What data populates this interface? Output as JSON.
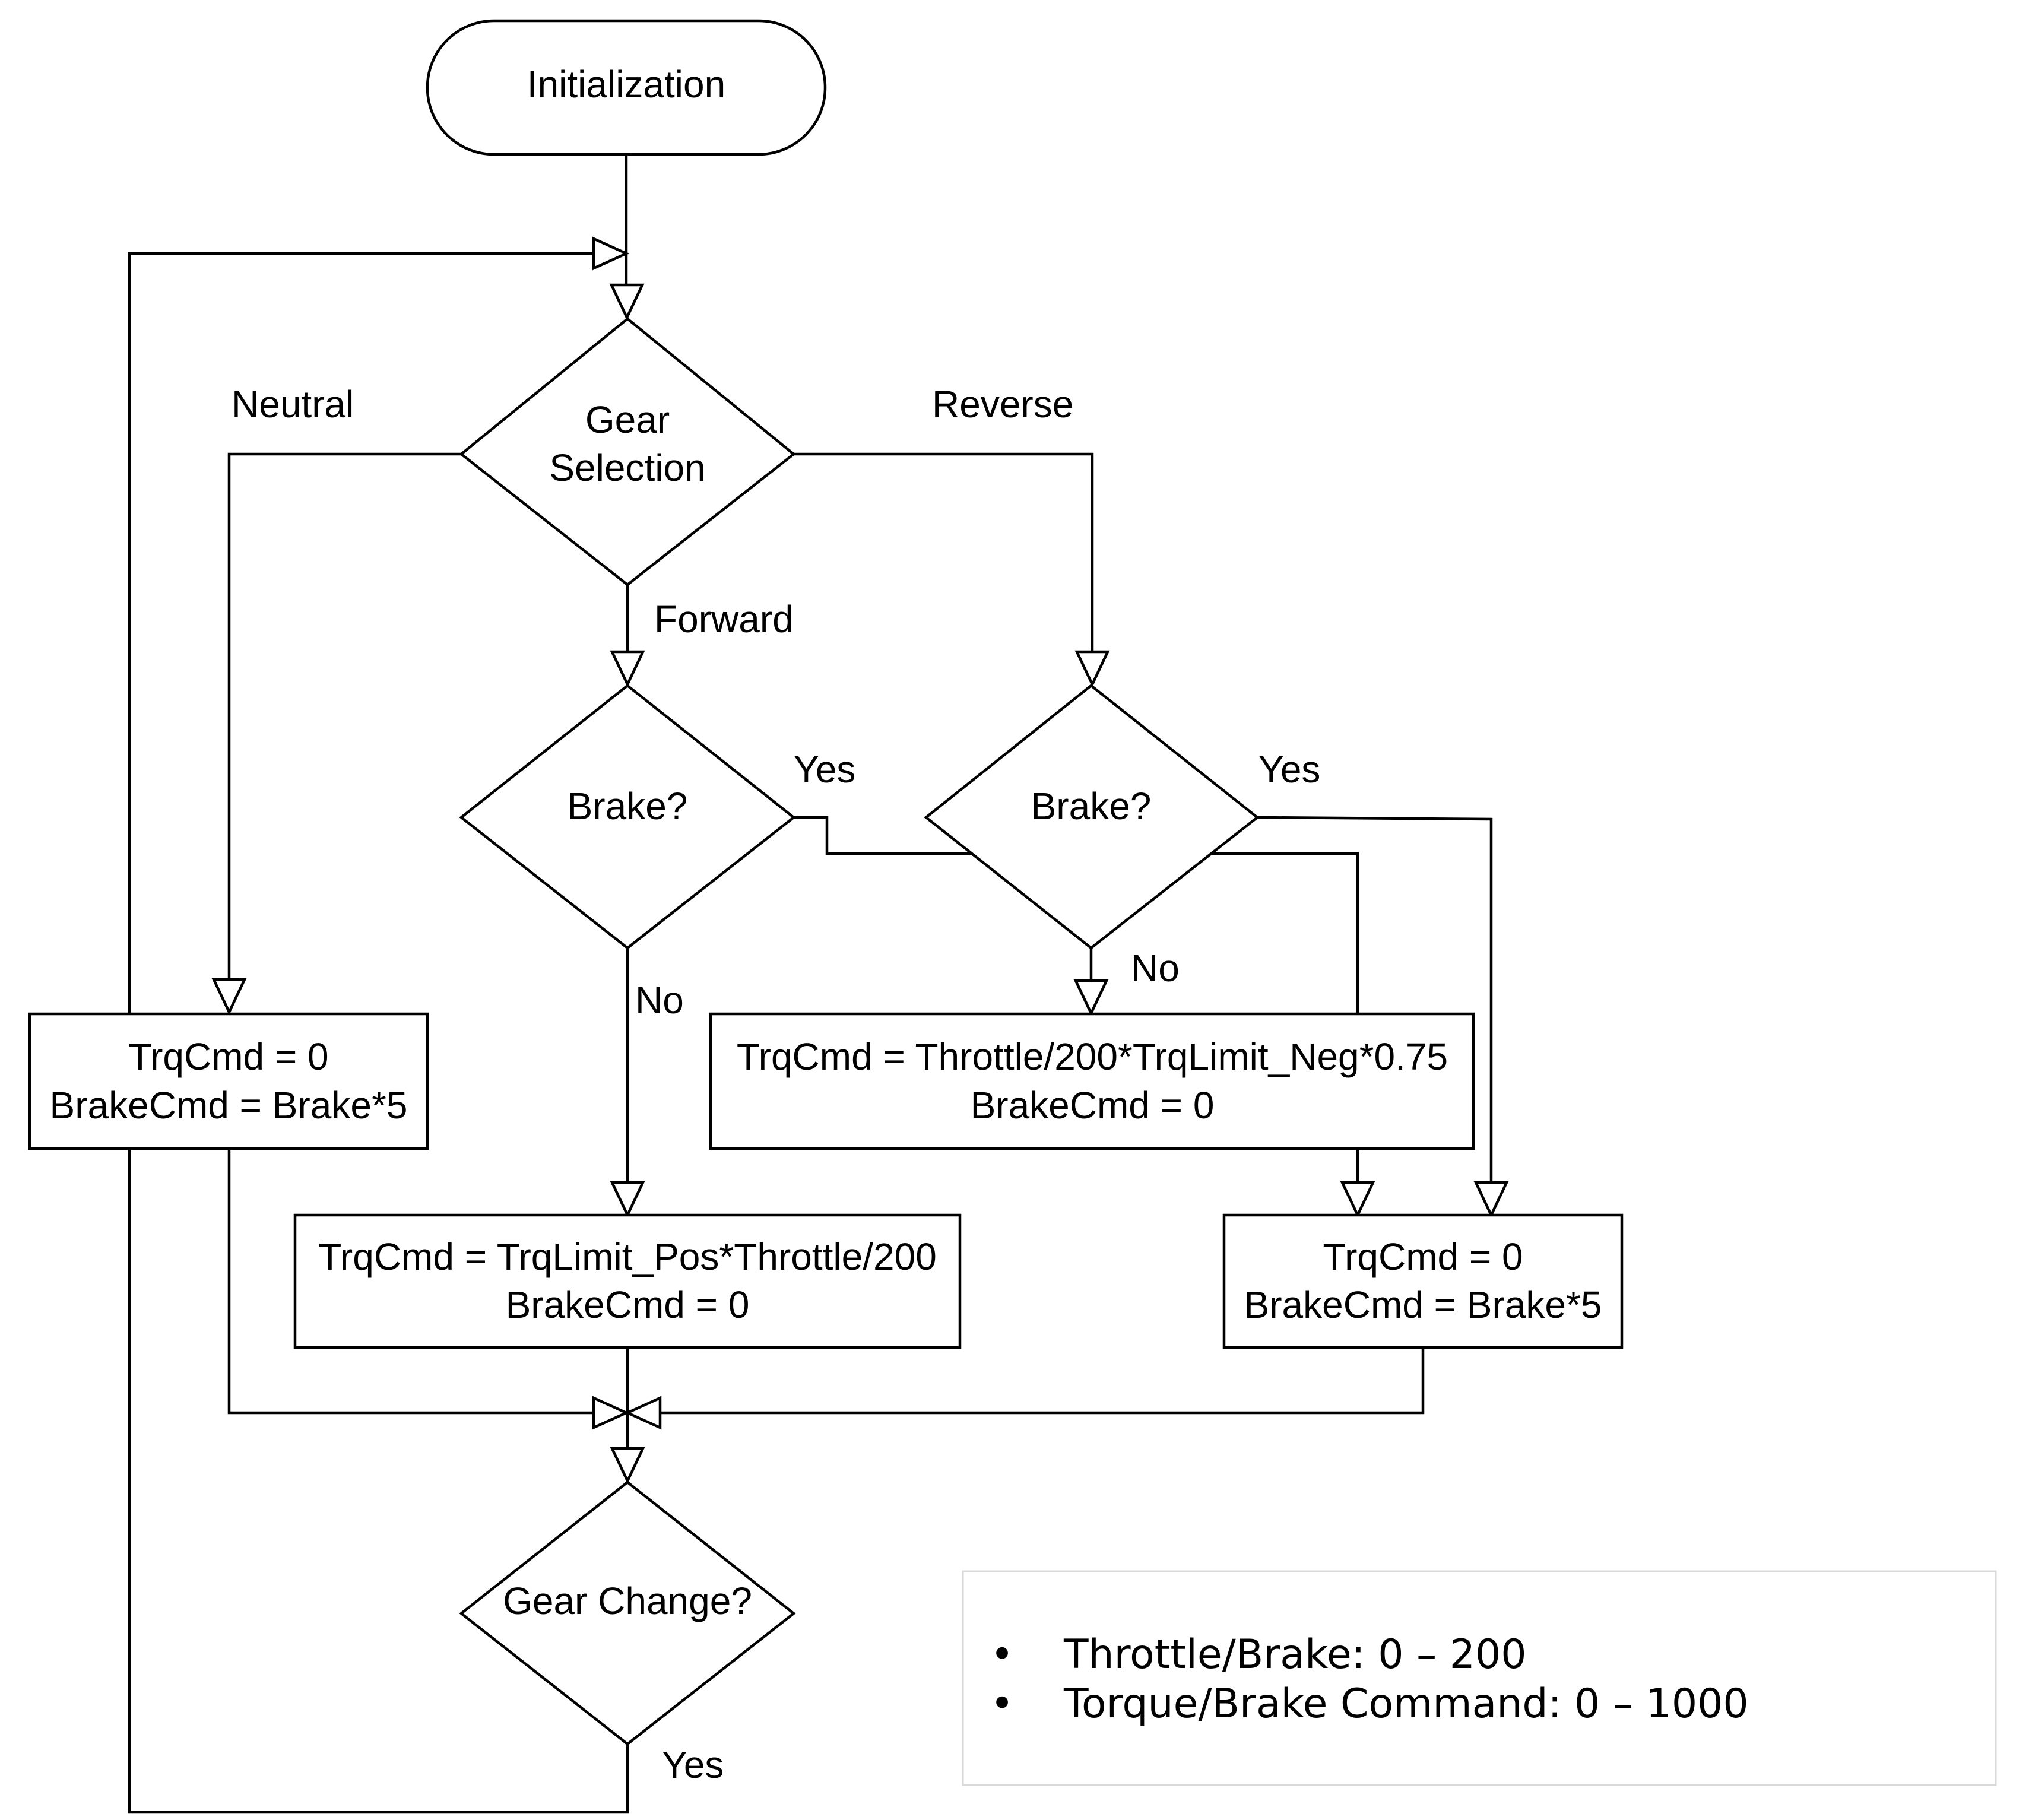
{
  "nodes": {
    "init": {
      "label": "Initialization"
    },
    "gear_selection": {
      "lines": [
        "Gear",
        "Selection"
      ]
    },
    "brake_forward": {
      "label": "Brake?"
    },
    "brake_reverse": {
      "label": "Brake?"
    },
    "neutral_box": {
      "lines": [
        "TrqCmd = 0",
        "BrakeCmd = Brake*5"
      ]
    },
    "reverse_box": {
      "lines": [
        "TrqCmd = Throttle/200*TrqLimit_Neg*0.75",
        "BrakeCmd = 0"
      ]
    },
    "forward_box": {
      "lines": [
        "TrqCmd = TrqLimit_Pos*Throttle/200",
        "BrakeCmd = 0"
      ]
    },
    "brake_box": {
      "lines": [
        "TrqCmd = 0",
        "BrakeCmd = Brake*5"
      ]
    },
    "gear_change": {
      "label": "Gear Change?"
    }
  },
  "edge_labels": {
    "neutral": "Neutral",
    "reverse": "Reverse",
    "forward": "Forward",
    "yes_forward_brake": "Yes",
    "yes_reverse_brake": "Yes",
    "no_forward_brake": "No",
    "no_reverse_brake": "No",
    "yes_gear_change": "Yes"
  },
  "notes": {
    "bullet": "•",
    "items": [
      "Throttle/Brake: 0 – 200",
      "Torque/Brake Command: 0 – 1000"
    ]
  }
}
